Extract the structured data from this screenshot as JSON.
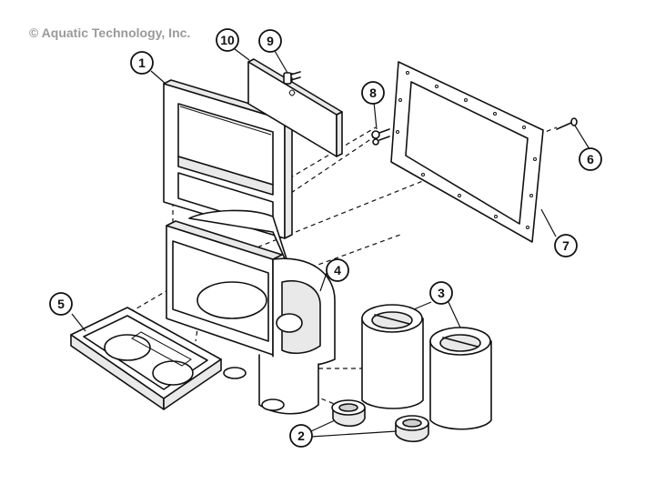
{
  "copyright": "© Aquatic Technology, Inc.",
  "callouts": {
    "c1": "1",
    "c2": "2",
    "c3": "3",
    "c4": "4",
    "c5": "5",
    "c6": "6",
    "c7": "7",
    "c8": "8",
    "c9": "9",
    "c10": "10"
  }
}
